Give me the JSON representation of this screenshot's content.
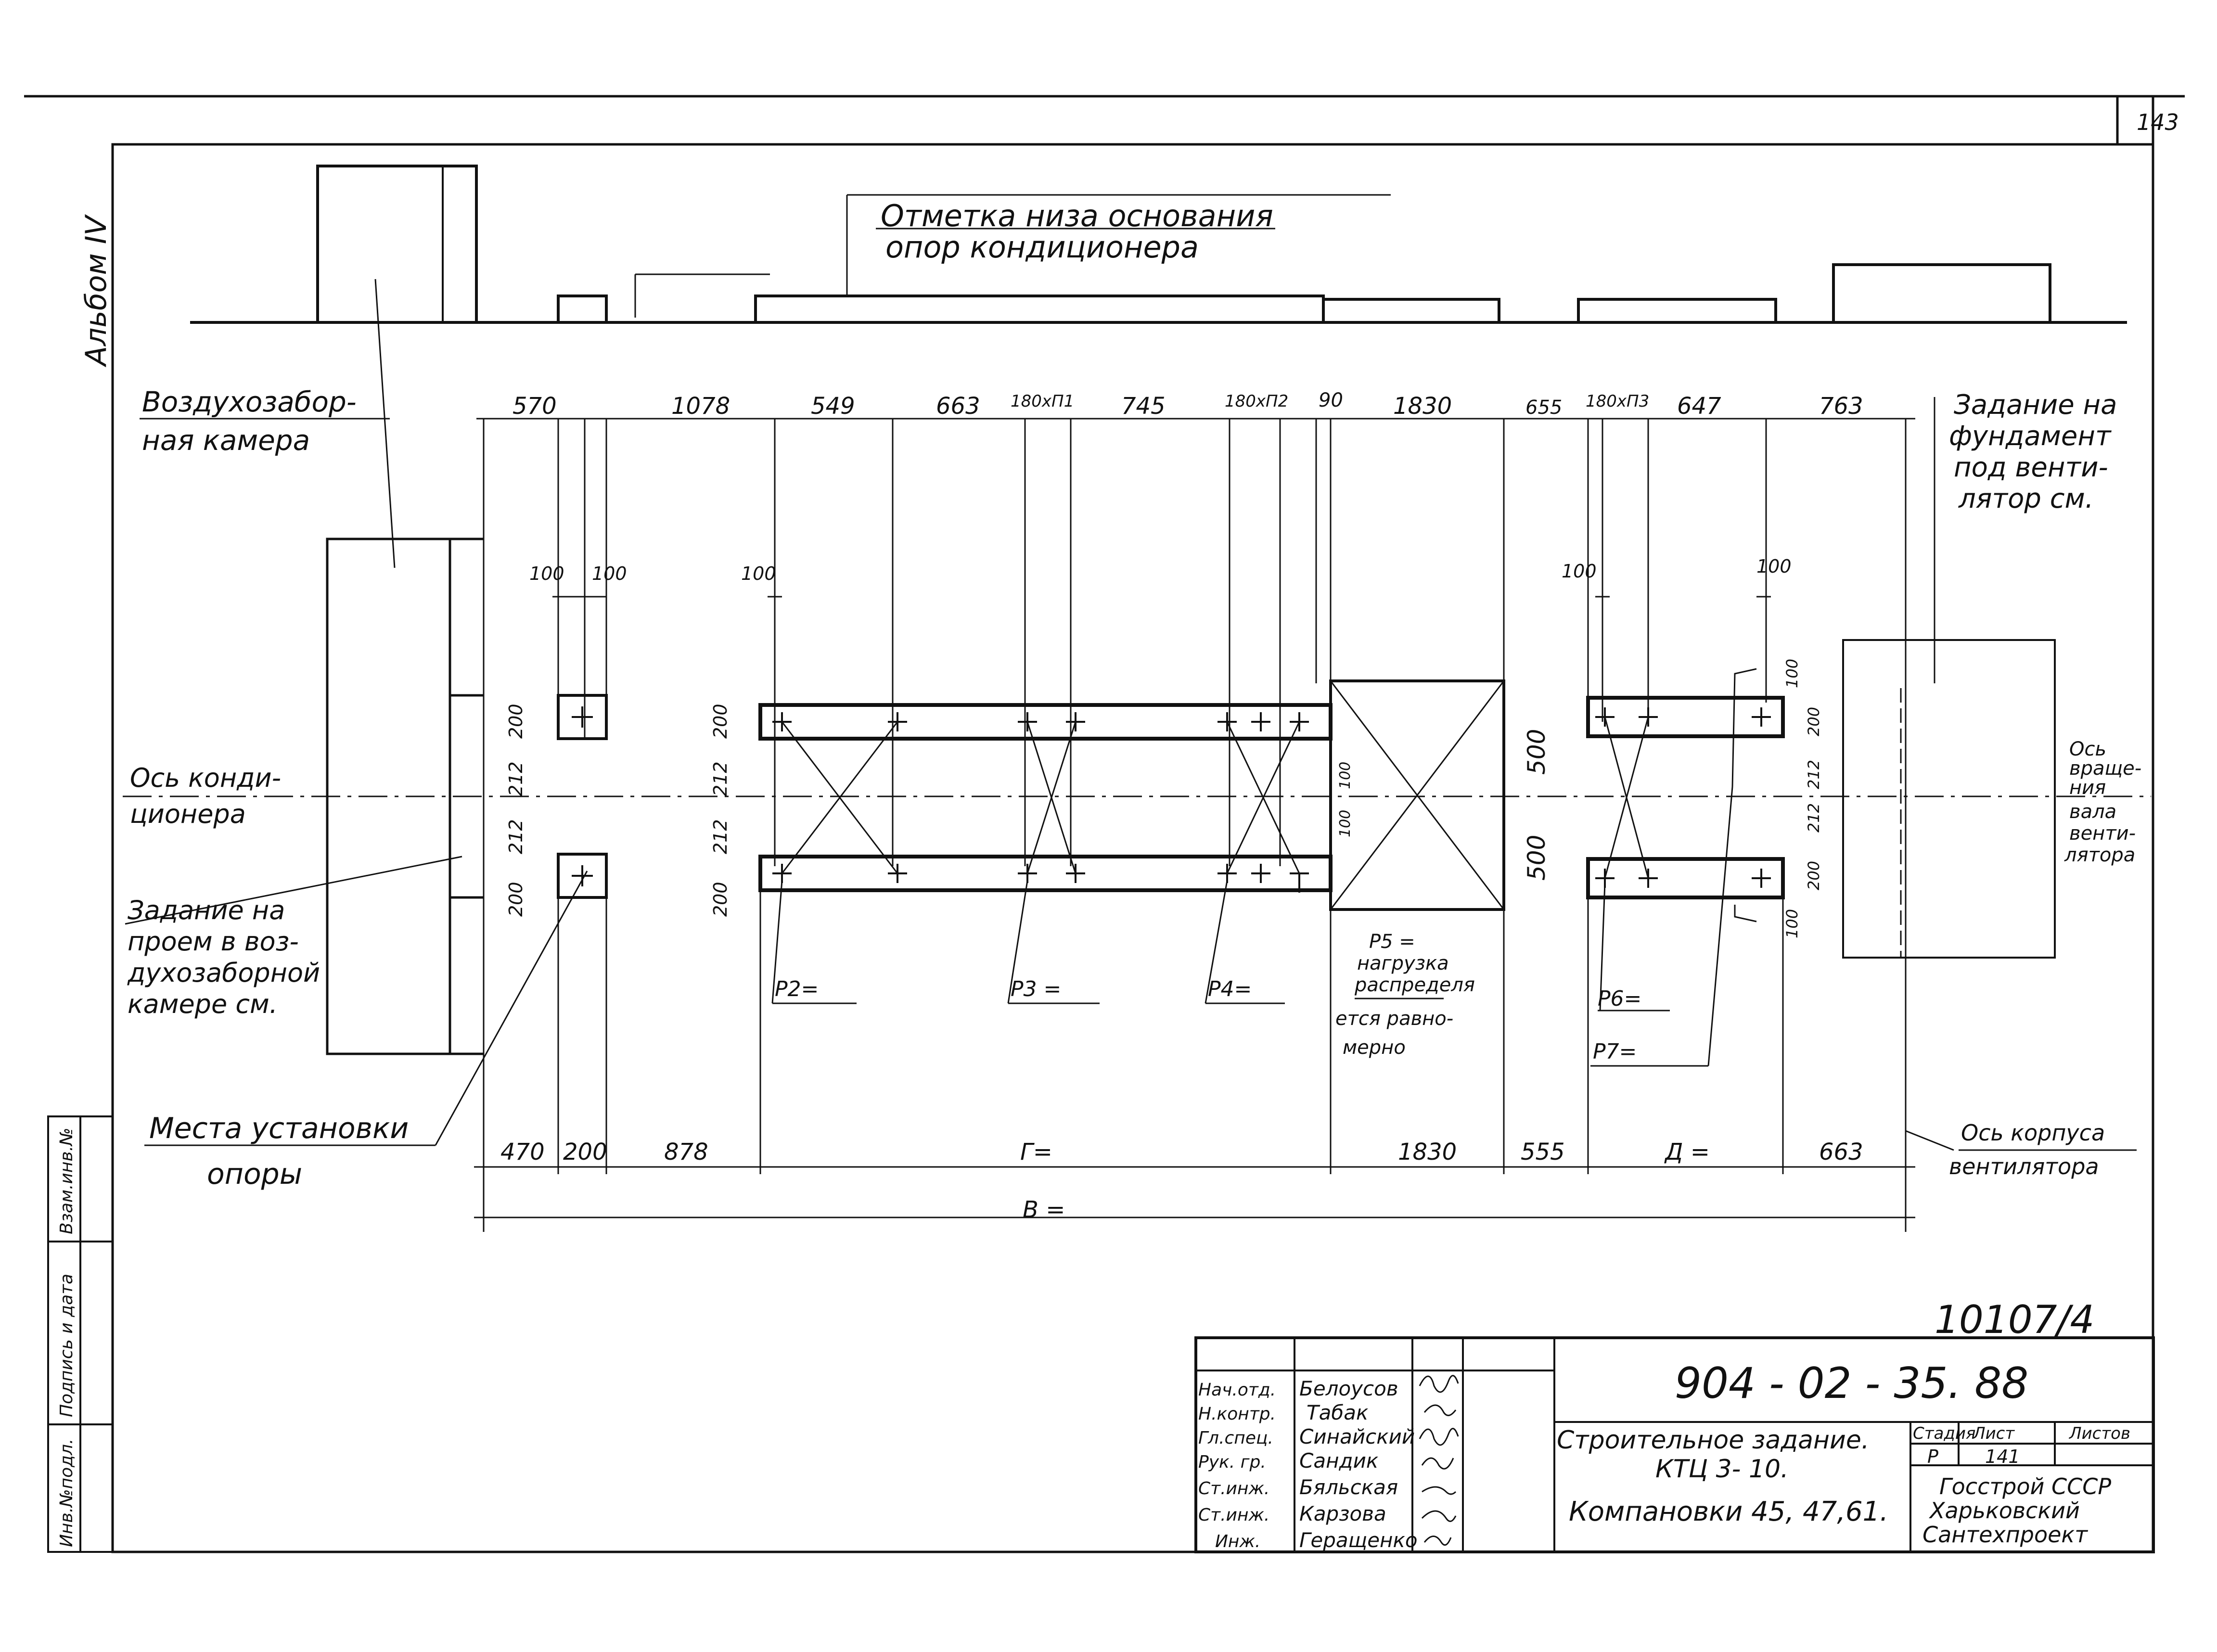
{
  "sheet": {
    "page_number": "143",
    "album_label": "Альбом IV",
    "archive_number": "10107/4",
    "side_strip": [
      "Инв.№подл.",
      "Подпись и дата",
      "Взам.инв.№"
    ]
  },
  "annotations": {
    "elevation_note_1": "Отметка низа основания",
    "elevation_note_2": "опор кондиционера",
    "air_chamber_1": "Воздухозабор-",
    "air_chamber_2": "ная камера",
    "fan_task_1": "Задание на",
    "fan_task_2": "фундамент",
    "fan_task_3": "под венти-",
    "fan_task_4": "лятор см.",
    "cond_axis_1": "Ось конди-",
    "cond_axis_2": "ционера",
    "opening_1": "Задание на",
    "opening_2": "проем в воз-",
    "opening_3": "духозаборной",
    "opening_4": "камере см.",
    "support_places_1": "Места установки",
    "support_places_2": "опоры",
    "rot_axis_1": "Ось",
    "rot_axis_2": "враще-",
    "rot_axis_3": "ния",
    "rot_axis_4": "вала",
    "rot_axis_5": "венти-",
    "rot_axis_6": "лятора",
    "body_axis_1": "Ось корпуса",
    "body_axis_2": "вентилятора",
    "p2": "P2=",
    "p3": "P3 =",
    "p4": "P4=",
    "p5_1": "P5 =",
    "p5_2": "нагрузка",
    "p5_3": "распределя",
    "p5_4": "ется равно-",
    "p5_5": "мерно",
    "p6": "P6=",
    "p7": "P7="
  },
  "dims_top": [
    "570",
    "1078",
    "549",
    "663",
    "180xП1",
    "745",
    "180xП2",
    "90",
    "1830",
    "655",
    "180xП3",
    "647",
    "763"
  ],
  "dims_bottom": [
    "470",
    "200",
    "878",
    "Г=",
    "1830",
    "555",
    "Д =",
    "663"
  ],
  "dim_total": "В =",
  "dims_small": {
    "d100_a": "100",
    "d100_b": "100",
    "d100_c": "100",
    "d100_d": "100",
    "d100_e": "100",
    "v200_1": "200",
    "v212_1": "212",
    "v212_2": "212",
    "v200_2": "200",
    "v200_3": "200",
    "v212_3": "212",
    "v212_4": "212",
    "v200_4": "200",
    "v100_a": "100",
    "v100_b": "100",
    "v500_a": "500",
    "v500_b": "500",
    "r100_a": "100",
    "r200_a": "200",
    "r212_a": "212",
    "r212_b": "212",
    "r200_b": "200",
    "r100_b": "100"
  },
  "title_block": {
    "drawing_code": "904 - 02 - 35. 88",
    "title_1": "Строительное задание.",
    "title_2": "КТЦ 3- 10.",
    "title_3": "Компановки 45, 47,61.",
    "stage_header": "Стадия",
    "sheet_header": "Лист",
    "sheets_header": "Листов",
    "stage_value": "Р",
    "sheet_value": "141",
    "org_1": "Госстрой СССР",
    "org_2": "Харьковский",
    "org_3": "Сантехпроект",
    "roles": [
      "Нач.отд.",
      "Н.контр.",
      "Гл.спец.",
      "Рук. гр.",
      "Ст.инж.",
      "Ст.инж.",
      "Инж."
    ],
    "names": [
      "Белоусов",
      "Табак",
      "Синайский",
      "Сандик",
      "Бяльская",
      "Карзова",
      "Геращенко"
    ]
  }
}
